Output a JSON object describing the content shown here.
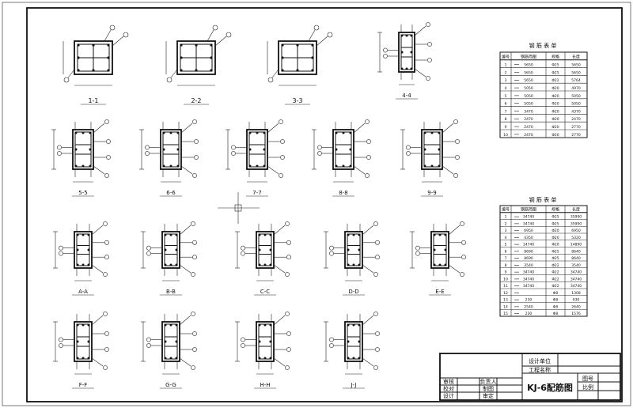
{
  "sections_row1": [
    {
      "id": "s1",
      "label": "1-1"
    },
    {
      "id": "s2",
      "label": "2-2"
    },
    {
      "id": "s3",
      "label": "3-3"
    },
    {
      "id": "s4",
      "label": "4-4"
    }
  ],
  "sections_row2": [
    {
      "id": "s5",
      "label": "5-5"
    },
    {
      "id": "s6",
      "label": "6-6"
    },
    {
      "id": "s7",
      "label": "7-7"
    },
    {
      "id": "s8",
      "label": "8-8"
    },
    {
      "id": "s9",
      "label": "9-9"
    }
  ],
  "sections_row3": [
    {
      "id": "s10",
      "label": "A-A"
    },
    {
      "id": "s11",
      "label": "B-B"
    },
    {
      "id": "s12",
      "label": "C-C"
    },
    {
      "id": "s13",
      "label": "D-D"
    },
    {
      "id": "s14",
      "label": "E-E"
    }
  ],
  "sections_row4": [
    {
      "id": "s15",
      "label": "F-F"
    },
    {
      "id": "s16",
      "label": "G-G"
    },
    {
      "id": "s17",
      "label": "H-H"
    },
    {
      "id": "s18",
      "label": "J-J"
    }
  ],
  "title_block": {
    "row1_left": "设计单位",
    "row2_left": "工程名称",
    "label_a": "审核",
    "label_b": "校对",
    "label_c": "设计",
    "label_d": "负责人",
    "label_e": "制图",
    "label_f": "审定",
    "drawing_title": "KJ-6配筋图",
    "note": "图号",
    "scale": "比例"
  },
  "table1": {
    "title": "钢 筋 表 单",
    "col_headers": [
      "编号",
      "钢筋简图",
      "规格",
      "长度"
    ],
    "rows": [
      [
        "1",
        "5650",
        "Φ25",
        "5650"
      ],
      [
        "2",
        "5650",
        "Φ25",
        "5650"
      ],
      [
        "3",
        "5650",
        "Φ22",
        "5764"
      ],
      [
        "4",
        "5050",
        "Φ20",
        "4970"
      ],
      [
        "5",
        "5050",
        "Φ20",
        "5050"
      ],
      [
        "6",
        "5050",
        "Φ20",
        "5050"
      ],
      [
        "7",
        "3470",
        "Φ20",
        "4370"
      ],
      [
        "8",
        "2470",
        "Φ20",
        "2470"
      ],
      [
        "9",
        "2470",
        "Φ20",
        "2770"
      ],
      [
        "10",
        "2470",
        "Φ20",
        "2770"
      ]
    ]
  },
  "table2": {
    "title": "钢 筋 表 单",
    "col_headers": [
      "编号",
      "钢筋简图",
      "规格",
      "长度"
    ],
    "rows": [
      [
        "1",
        "34740",
        "Φ25",
        "35990"
      ],
      [
        "2",
        "34740",
        "Φ25",
        "35990"
      ],
      [
        "3",
        "6950",
        "Φ20",
        "6950"
      ],
      [
        "4",
        "4350",
        "Φ20",
        "5320"
      ],
      [
        "5",
        "14740",
        "Φ20",
        "14890"
      ],
      [
        "6",
        "8690",
        "Φ25",
        "8640"
      ],
      [
        "7",
        "8690",
        "Φ25",
        "8640"
      ],
      [
        "8",
        "3540",
        "Φ22",
        "3540"
      ],
      [
        "9",
        "34740",
        "Φ22",
        "34740"
      ],
      [
        "10",
        "34740",
        "Φ22",
        "34740"
      ],
      [
        "11",
        "34740",
        "Φ22",
        "34740"
      ],
      [
        "12",
        "",
        "Φ8",
        "1308"
      ],
      [
        "13",
        "230",
        "Φ8",
        "930"
      ],
      [
        "14",
        "2540",
        "Φ8",
        "2640"
      ],
      [
        "15",
        "230",
        "Φ8",
        "1576"
      ]
    ]
  }
}
